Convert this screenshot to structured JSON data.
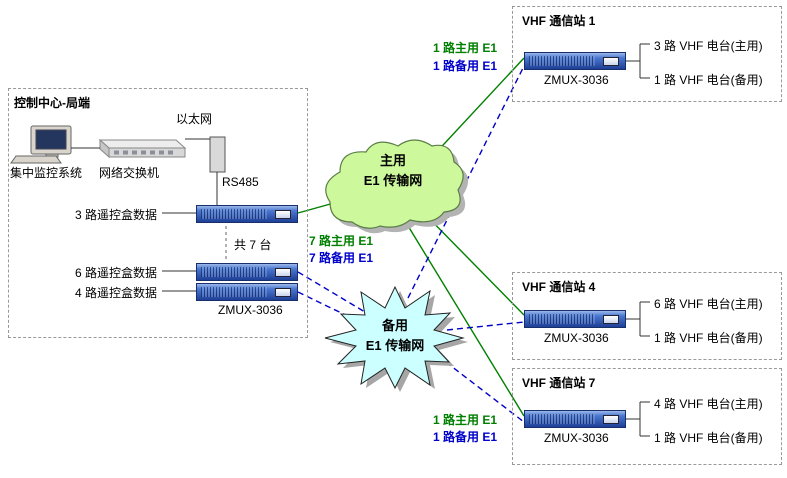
{
  "control_center": {
    "title": "控制中心-局端",
    "monitoring_system_label": "集中监控系统",
    "network_switch_label": "网络交换机",
    "ethernet_label": "以太网",
    "rs485_label": "RS485",
    "rack_labels": [
      "3 路遥控盒数据",
      "6 路遥控盒数据",
      "4 路遥控盒数据"
    ],
    "unit_count_label": "共 7 台",
    "device_model": "ZMUX-3036"
  },
  "networks": {
    "primary": {
      "name_line1": "主用",
      "name_line2": "E1 传输网"
    },
    "backup": {
      "name_line1": "备用",
      "name_line2": "E1 传输网"
    }
  },
  "link_labels": {
    "station1_primary": "1 路主用 E1",
    "station1_backup": "1 路备用 E1",
    "trunk_primary": "7 路主用 E1",
    "trunk_backup": "7 路备用 E1",
    "station7_primary": "1 路主用 E1",
    "station7_backup": "1 路备用 E1"
  },
  "stations": [
    {
      "title": "VHF 通信站 1",
      "device_model": "ZMUX-3036",
      "primary_label": "3 路 VHF 电台(主用)",
      "backup_label": "1 路 VHF 电台(备用)"
    },
    {
      "title": "VHF 通信站 4",
      "device_model": "ZMUX-3036",
      "primary_label": "6 路 VHF 电台(主用)",
      "backup_label": "1 路 VHF 电台(备用)"
    },
    {
      "title": "VHF 通信站 7",
      "device_model": "ZMUX-3036",
      "primary_label": "4 路 VHF 电台(主用)",
      "backup_label": "1 路 VHF 电台(备用)"
    }
  ],
  "colors": {
    "primary_link": "#008000",
    "backup_link": "#0000cc",
    "primary_cloud_fill": "#cdf99c",
    "backup_cloud_fill": "#ccffff",
    "device_blue": "#2a5ab8"
  }
}
